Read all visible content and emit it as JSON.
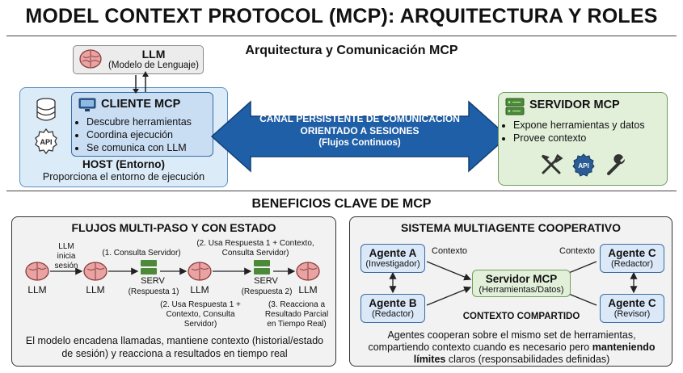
{
  "title": "MODEL CONTEXT PROTOCOL (MCP): ARQUITECTURA Y ROLES",
  "arch": {
    "heading": "Arquitectura y Comunicación MCP",
    "llm": {
      "title": "LLM",
      "subtitle": "(Modelo de Lenguaje)"
    },
    "client": {
      "title": "CLIENTE MCP",
      "bullets": [
        "Descubre herramientas",
        "Coordina ejecución",
        "Se comunica con LLM"
      ]
    },
    "host": {
      "title": "HOST (Entorno)",
      "subtitle": "Proporciona el entorno de ejecución",
      "api_label": "API"
    },
    "channel": {
      "line1": "CANAL PERSISTENTE DE COMUNICACIÓN",
      "line2": "ORIENTADO A SESIONES",
      "line3": "(Flujos Continuos)"
    },
    "server": {
      "title": "SERVIDOR MCP",
      "bullets": [
        "Expone herramientas y datos",
        "Provee contexto"
      ],
      "api_label": "API"
    }
  },
  "benefits": {
    "heading": "BENEFICIOS CLAVE DE MCP",
    "multistep": {
      "title": "FLUJOS MULTI-PASO Y CON ESTADO",
      "llm_label": "LLM",
      "start_note": "LLM inicia sesión",
      "step1": "(1. Consulta Servidor)",
      "step2_top": "(2. Usa Respuesta 1 + Contexto, Consulta Servidor)",
      "serv_label": "SERV",
      "resp1": "(Respuesta 1)",
      "resp2": "(Respuesta 2)",
      "step2_bottom": "(2. Usa Respuesta 1 + Contexto, Consulta Servidor)",
      "step3": "(3. Reacciona a Resultado Parcial en Tiempo Real)",
      "footer": "El modelo encadena llamadas, mantiene contexto (historial/estado de sesión) y reacciona a resultados en tiempo real"
    },
    "multiagent": {
      "title": "SISTEMA MULTIAGENTE COOPERATIVO",
      "agents": [
        {
          "name": "Agente A",
          "role": "(Investigador)"
        },
        {
          "name": "Agente B",
          "role": "(Redactor)"
        },
        {
          "name": "Agente C",
          "role": "(Redactor)"
        },
        {
          "name": "Agente C",
          "role": "(Revisor)"
        }
      ],
      "server": {
        "name": "Servidor MCP",
        "role": "(Herramientas/Datos)"
      },
      "context_left": "Contexto",
      "context_right": "Contexto",
      "shared": "CONTEXTO COMPARTIDO",
      "footer_a": "Agentes cooperan sobre el mismo set de herramientas, compartiendo contexto cuando es necesario pero ",
      "footer_bold": "manteniendo límites",
      "footer_b": " claros (responsabilidades definidas)"
    }
  }
}
